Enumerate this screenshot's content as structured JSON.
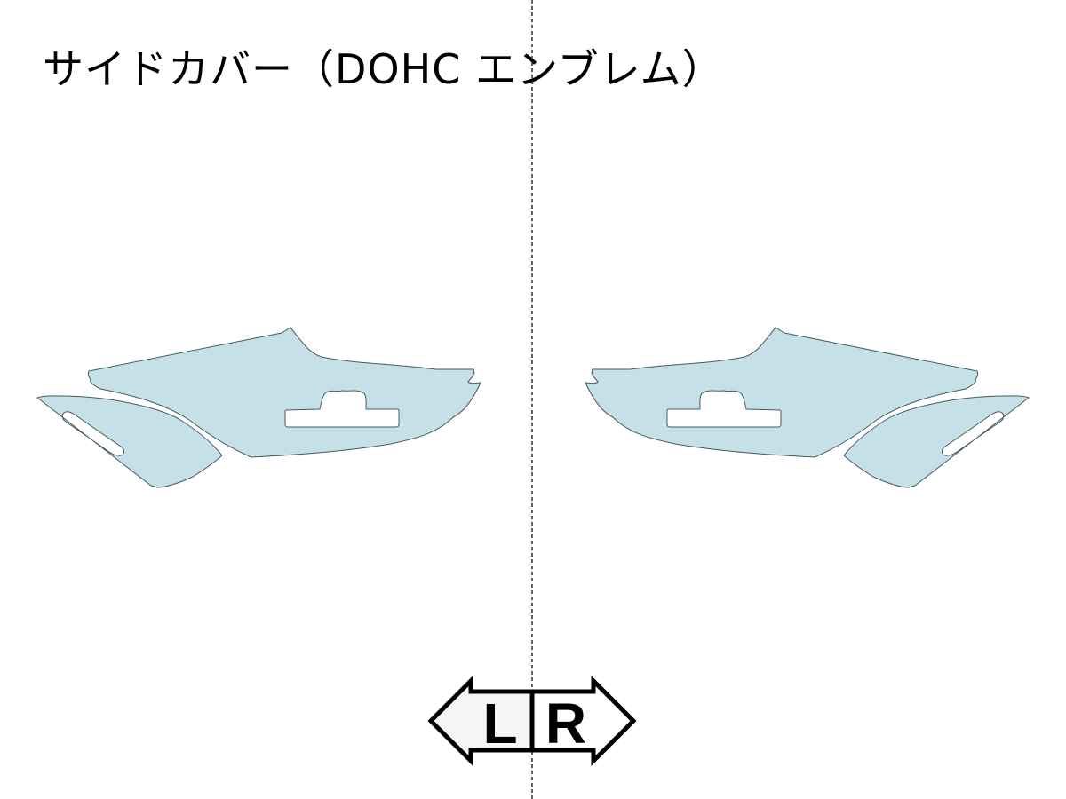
{
  "title": "サイドカバー（DOHC エンブレム）",
  "direction": {
    "left_label": "L",
    "right_label": "R"
  },
  "colors": {
    "part_fill": "#c5e0e6",
    "part_stroke": "#4a5a60",
    "left_arrow_fill": "#f5f5f5"
  }
}
